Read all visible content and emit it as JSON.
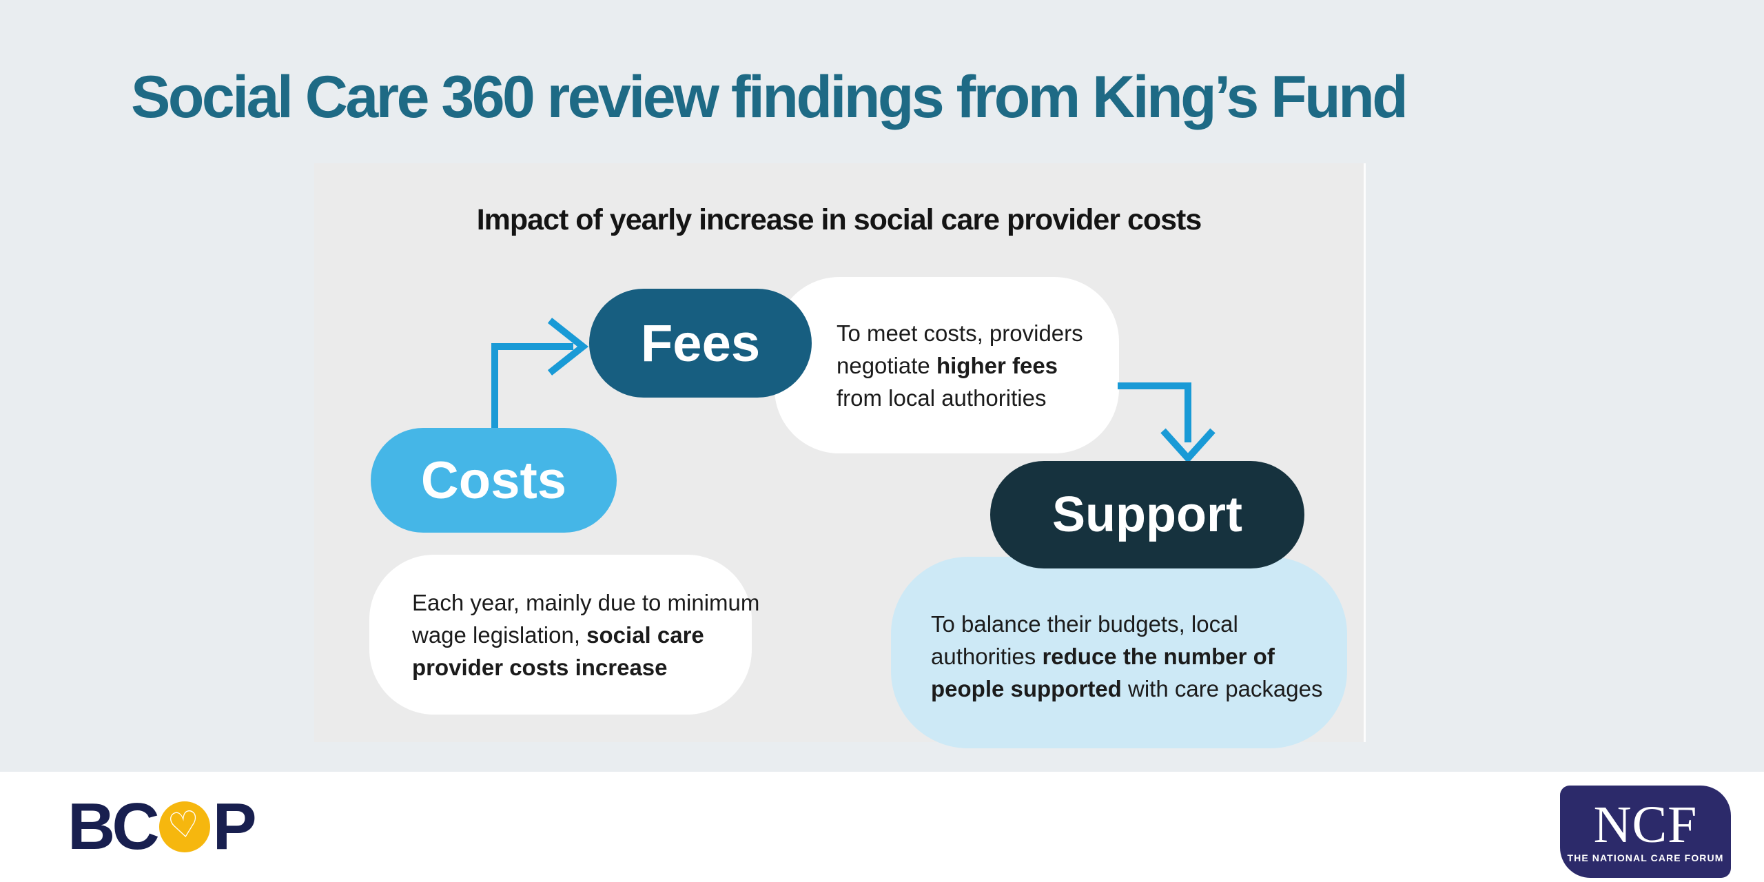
{
  "page": {
    "title": "Social Care 360 review findings from King’s Fund"
  },
  "infographic": {
    "heading": "Impact of yearly increase in social care provider costs",
    "costs": {
      "label": "Costs",
      "lines": [
        [
          {
            "t": "Each year, mainly due to minimum"
          }
        ],
        [
          {
            "t": "wage legislation, "
          },
          {
            "t": "social care",
            "b": true
          }
        ],
        [
          {
            "t": "provider costs increase",
            "b": true
          }
        ]
      ]
    },
    "fees": {
      "label": "Fees",
      "lines": [
        [
          {
            "t": "To meet costs, providers"
          }
        ],
        [
          {
            "t": "negotiate "
          },
          {
            "t": "higher fees",
            "b": true
          }
        ],
        [
          {
            "t": "from local authorities"
          }
        ]
      ]
    },
    "support": {
      "label": "Support",
      "lines": [
        [
          {
            "t": "To balance their budgets, local"
          }
        ],
        [
          {
            "t": "authorities "
          },
          {
            "t": "reduce the number of",
            "b": true
          }
        ],
        [
          {
            "t": "people supported",
            "b": true
          },
          {
            "t": " with care packages"
          }
        ]
      ]
    }
  },
  "footer": {
    "bcop": {
      "left_letters": "BC",
      "right_letter": "P",
      "heart_icon": "♡"
    },
    "ncf": {
      "acronym": "NCF",
      "caption": "THE NATIONAL CARE FORUM"
    }
  },
  "colors": {
    "title": "#1e6a85",
    "fees_pill": "#175e80",
    "costs_pill": "#45b6e7",
    "support_pill": "#16323e",
    "arrow": "#199ad6",
    "support_box": "#cde9f6",
    "panel_bg": "#ebebeb",
    "page_bg": "#e9edf0",
    "bcop_navy": "#181f4f",
    "bcop_yellow": "#f6b70e",
    "ncf_navy": "#2c2a6a"
  }
}
